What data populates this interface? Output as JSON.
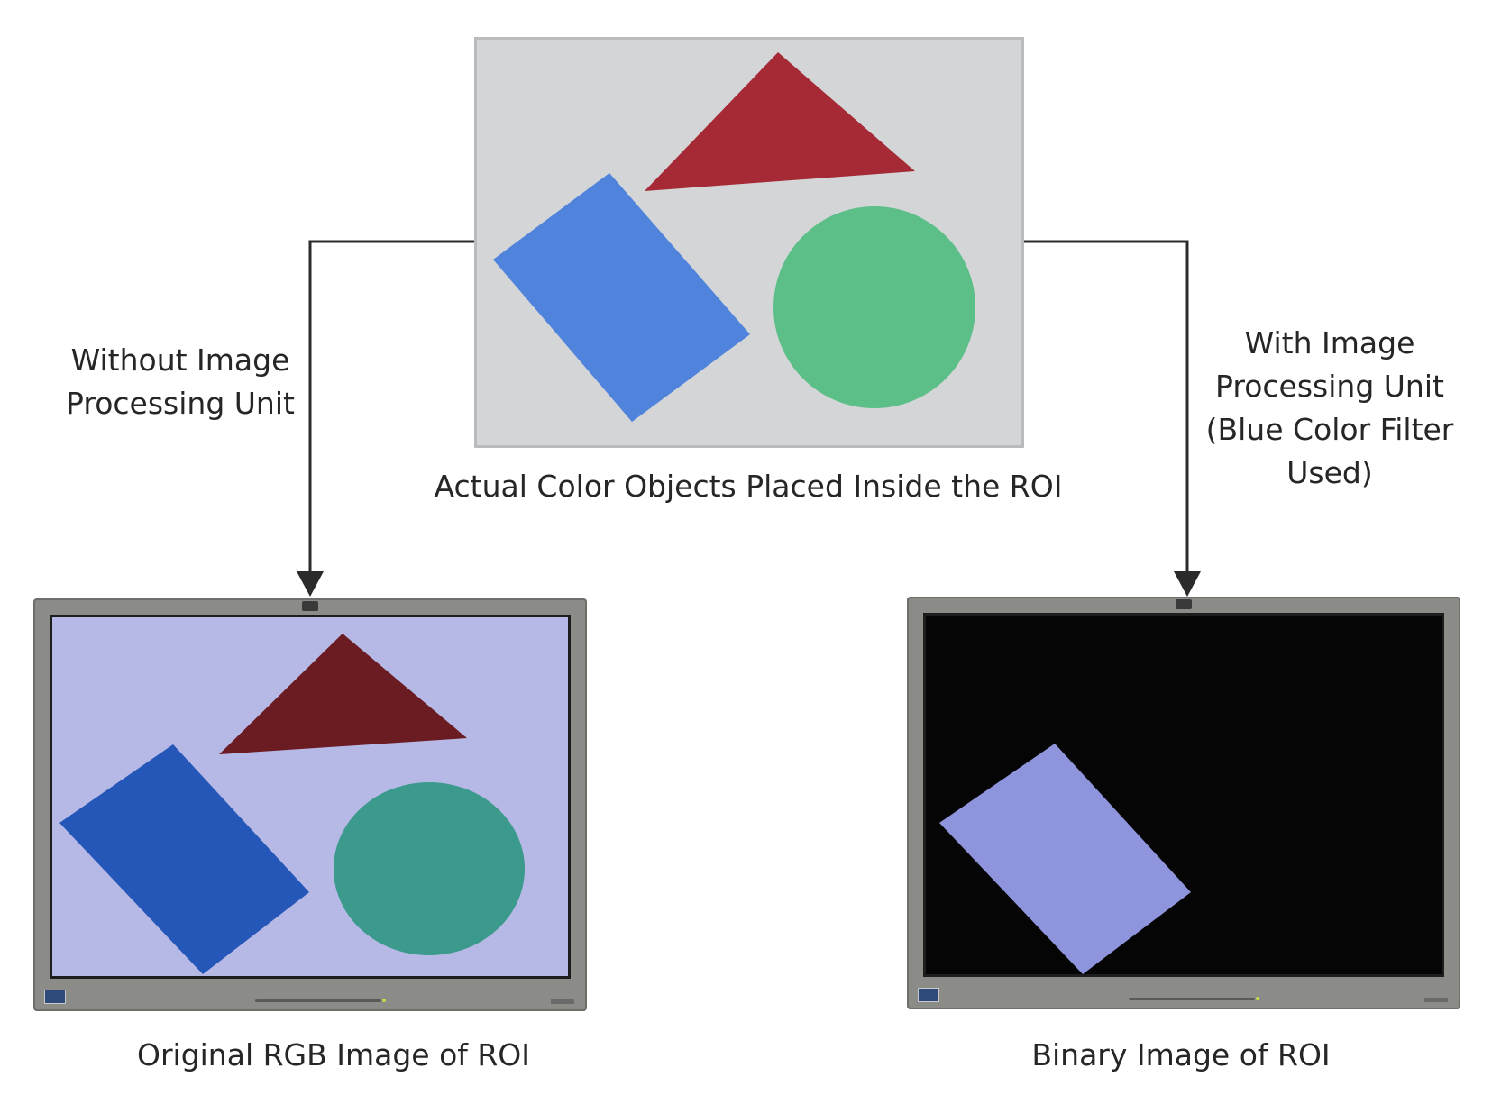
{
  "top_caption": "Actual Color Objects Placed Inside the ROI",
  "left_branch": {
    "lines": [
      "Without Image",
      "Processing Unit"
    ]
  },
  "right_branch": {
    "lines": [
      "With Image",
      "Processing Unit",
      "(Blue Color Filter",
      "Used)"
    ]
  },
  "left_caption": "Original RGB Image of ROI",
  "right_caption": "Binary Image of ROI",
  "colors": {
    "triangle": "#a52a35",
    "rectangle": "#4f83dc",
    "circle": "#5bbf87",
    "rgb_background": "#b6b8e6",
    "rgb_triangle": "#6a1c22",
    "rgb_rectangle": "#2457b7",
    "rgb_circle": "#3b9a8c",
    "binary_background": "#050505",
    "binary_rectangle": "#8f95dc"
  }
}
